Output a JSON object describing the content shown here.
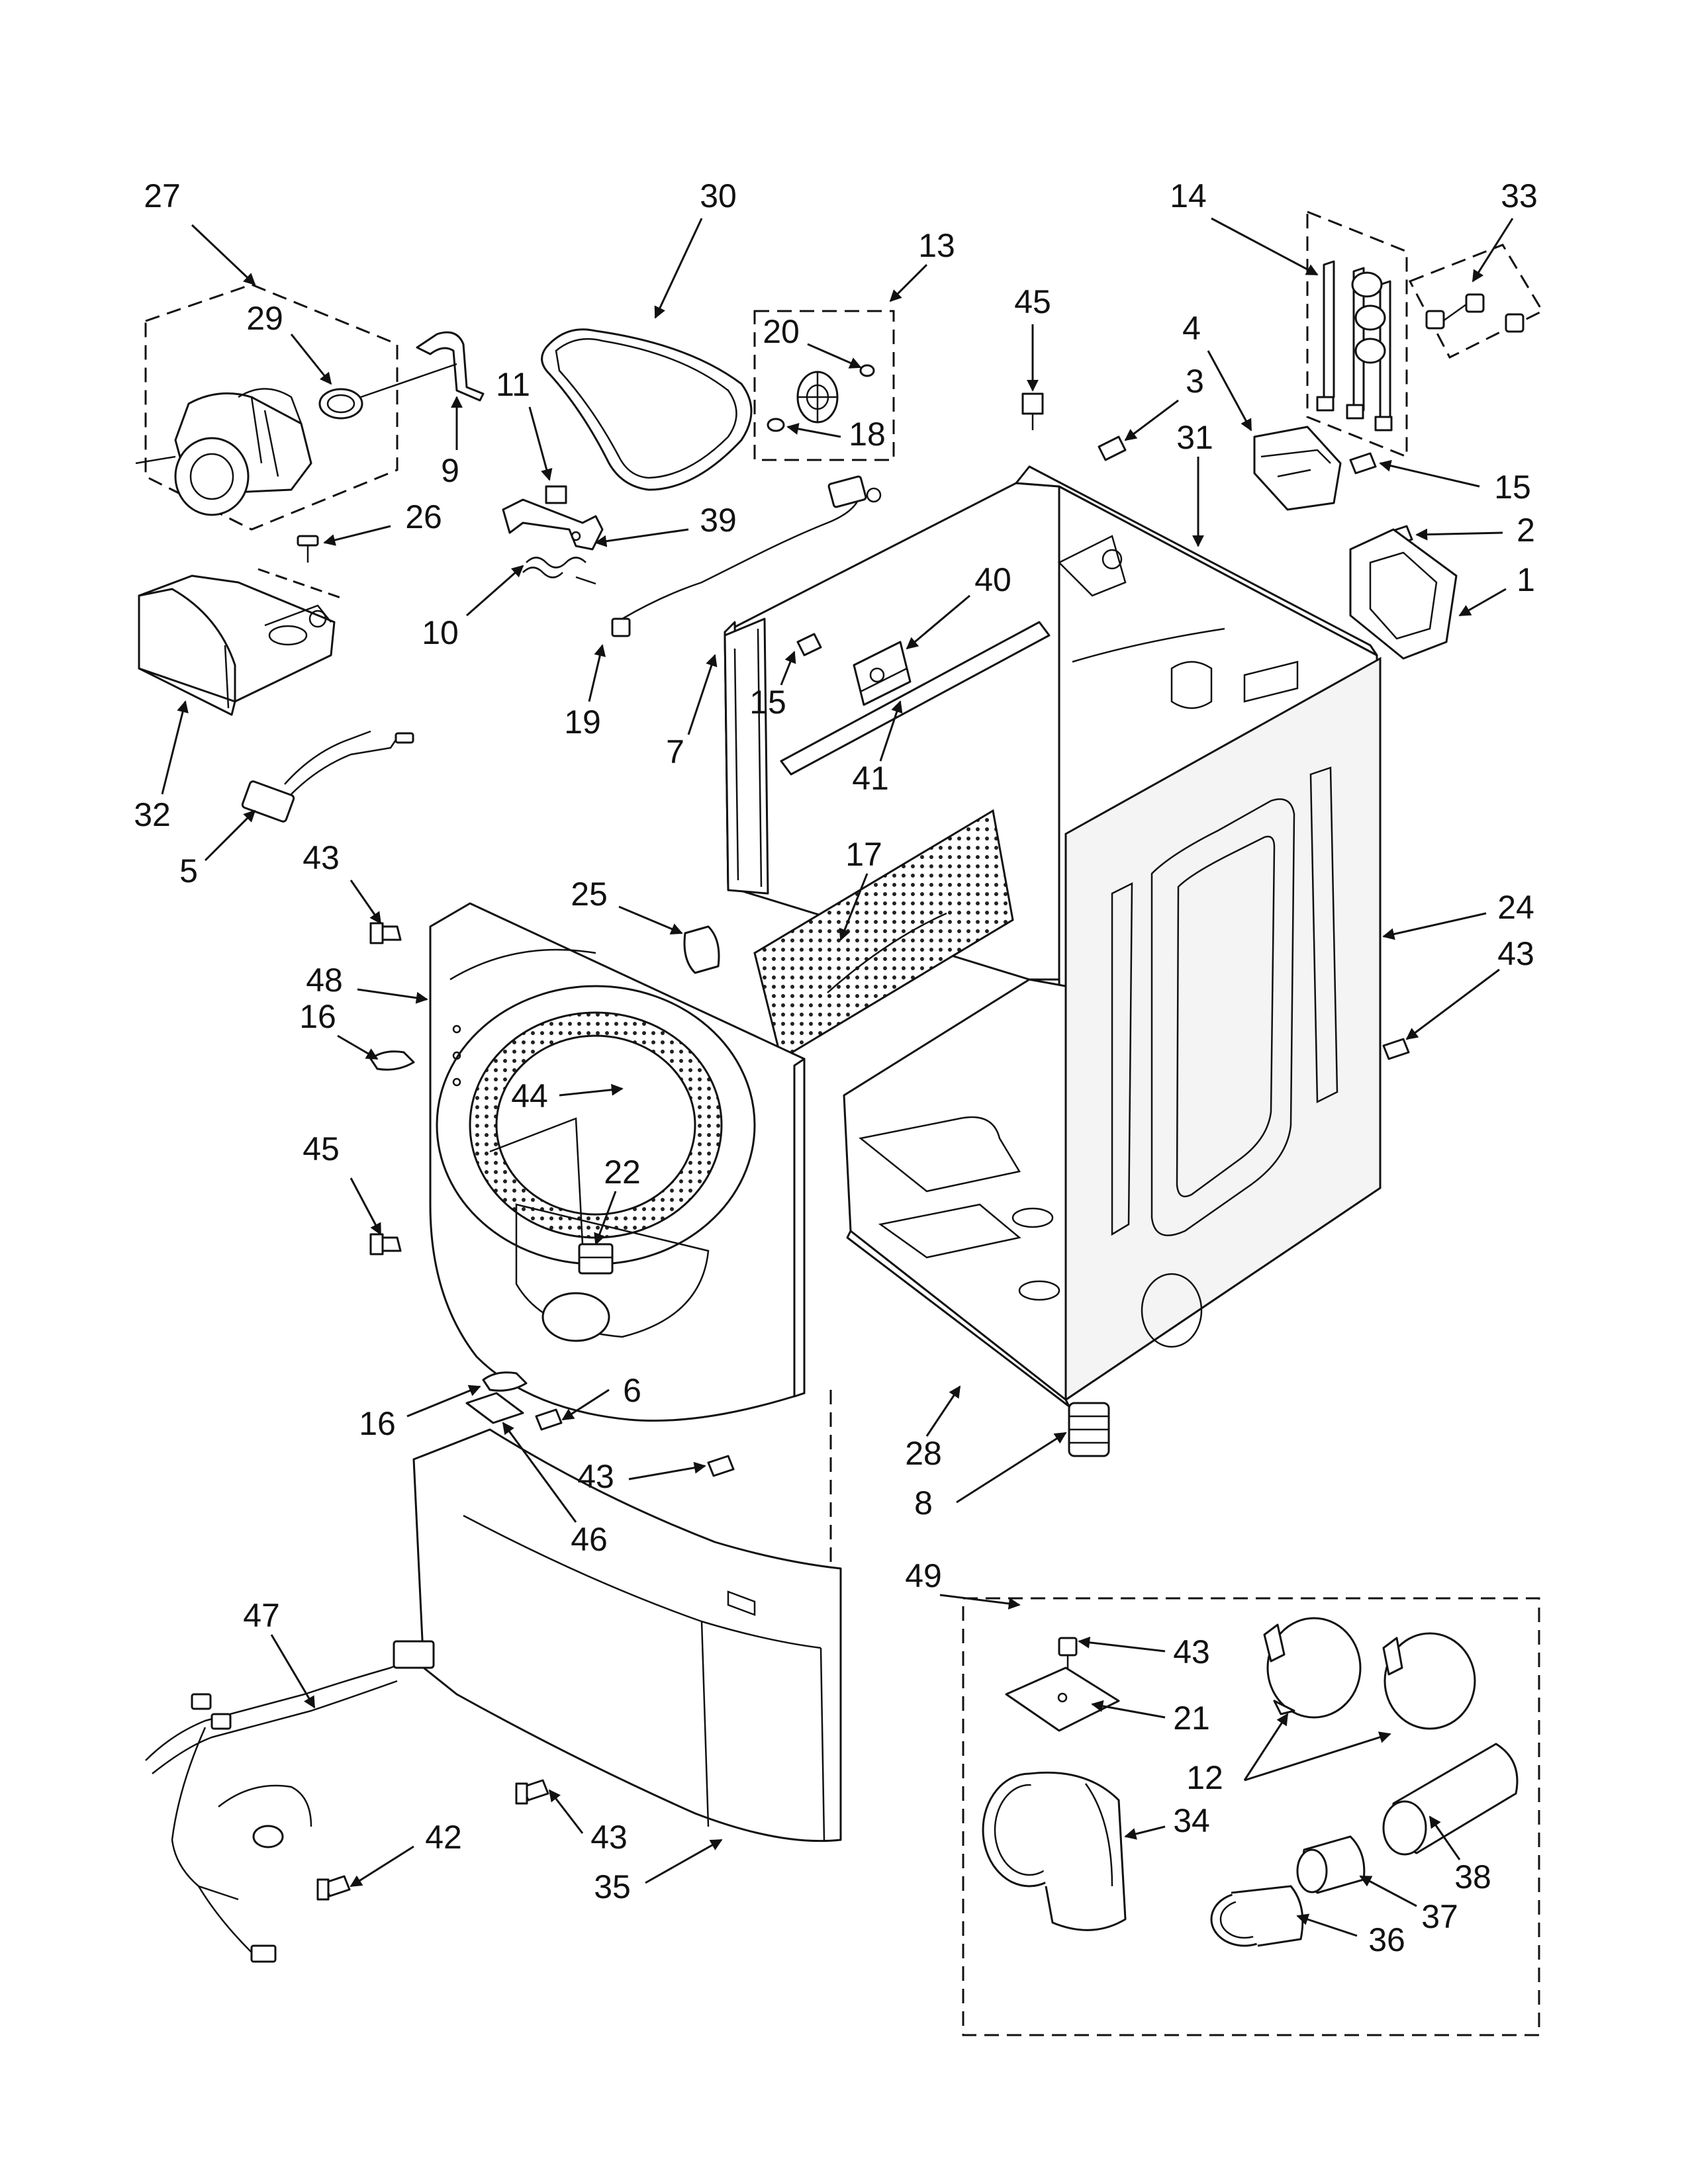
{
  "colors": {
    "ink": "#111111",
    "paper": "#ffffff"
  },
  "callouts": [
    {
      "id": "27",
      "label": "27"
    },
    {
      "id": "29",
      "label": "29"
    },
    {
      "id": "9",
      "label": "9"
    },
    {
      "id": "26",
      "label": "26"
    },
    {
      "id": "32",
      "label": "32"
    },
    {
      "id": "5",
      "label": "5"
    },
    {
      "id": "30",
      "label": "30"
    },
    {
      "id": "11",
      "label": "11"
    },
    {
      "id": "10",
      "label": "10"
    },
    {
      "id": "39",
      "label": "39"
    },
    {
      "id": "19",
      "label": "19"
    },
    {
      "id": "13",
      "label": "13"
    },
    {
      "id": "20",
      "label": "20"
    },
    {
      "id": "18",
      "label": "18"
    },
    {
      "id": "45a",
      "label": "45"
    },
    {
      "id": "3",
      "label": "3"
    },
    {
      "id": "31",
      "label": "31"
    },
    {
      "id": "7",
      "label": "7"
    },
    {
      "id": "15a",
      "label": "15"
    },
    {
      "id": "40",
      "label": "40"
    },
    {
      "id": "41",
      "label": "41"
    },
    {
      "id": "17",
      "label": "17"
    },
    {
      "id": "14",
      "label": "14"
    },
    {
      "id": "33",
      "label": "33"
    },
    {
      "id": "4",
      "label": "4"
    },
    {
      "id": "15b",
      "label": "15"
    },
    {
      "id": "2",
      "label": "2"
    },
    {
      "id": "1",
      "label": "1"
    },
    {
      "id": "24",
      "label": "24"
    },
    {
      "id": "43a",
      "label": "43"
    },
    {
      "id": "43b",
      "label": "43"
    },
    {
      "id": "25",
      "label": "25"
    },
    {
      "id": "48",
      "label": "48"
    },
    {
      "id": "16a",
      "label": "16"
    },
    {
      "id": "44",
      "label": "44"
    },
    {
      "id": "45b",
      "label": "45"
    },
    {
      "id": "22",
      "label": "22"
    },
    {
      "id": "16b",
      "label": "16"
    },
    {
      "id": "6",
      "label": "6"
    },
    {
      "id": "43c",
      "label": "43"
    },
    {
      "id": "46",
      "label": "46"
    },
    {
      "id": "28",
      "label": "28"
    },
    {
      "id": "8",
      "label": "8"
    },
    {
      "id": "49",
      "label": "49"
    },
    {
      "id": "47",
      "label": "47"
    },
    {
      "id": "42",
      "label": "42"
    },
    {
      "id": "43d",
      "label": "43"
    },
    {
      "id": "35",
      "label": "35"
    },
    {
      "id": "43e",
      "label": "43"
    },
    {
      "id": "21",
      "label": "21"
    },
    {
      "id": "12",
      "label": "12"
    },
    {
      "id": "34",
      "label": "34"
    },
    {
      "id": "38",
      "label": "38"
    },
    {
      "id": "37",
      "label": "37"
    },
    {
      "id": "36",
      "label": "36"
    }
  ]
}
